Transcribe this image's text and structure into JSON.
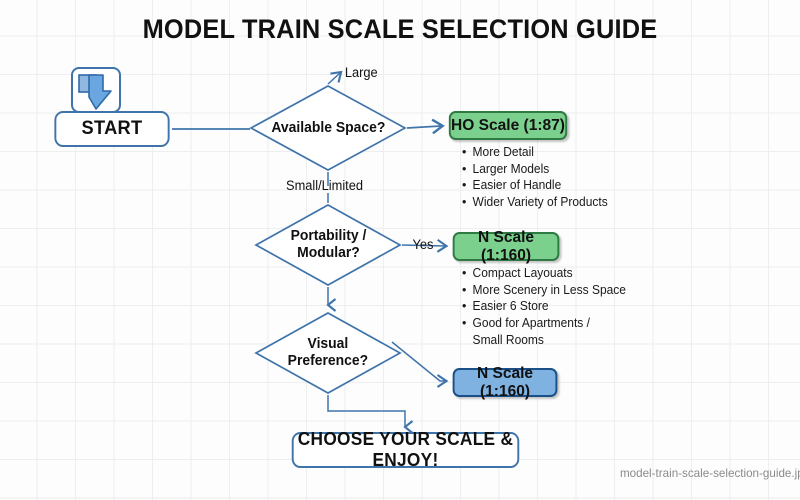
{
  "page": {
    "title": "MODEL TRAIN SCALE SELECTION GUIDE",
    "caption": "model-train-scale-selection-guide.jpg",
    "background": "#fdfdfd",
    "grid_color": "#eceef0"
  },
  "colors": {
    "edge": "#3f74ab",
    "node_border_blue": "#3f74ab",
    "result_green_fill": "#7bd08e",
    "result_green_border": "#2f7a43",
    "result_blue_fill": "#7fb2e0",
    "result_blue_border": "#1b4f87",
    "text": "#111111",
    "caption_text": "#8a8a8a"
  },
  "icons": {
    "start_badge": "download-arrow-icon"
  },
  "nodes": {
    "start": {
      "label": "START",
      "type": "terminator"
    },
    "decision_space": {
      "label": "Available Space?",
      "type": "decision"
    },
    "decision_portability": {
      "label": "Portability /\nModular?",
      "type": "decision"
    },
    "decision_visual": {
      "label": "Visual\nPreference?",
      "type": "decision"
    },
    "result_ho": {
      "label": "HO Scale (1:87)",
      "type": "result",
      "color": "green"
    },
    "result_n_yes": {
      "label": "N Scale (1:160)",
      "type": "result",
      "color": "green"
    },
    "result_n_visual": {
      "label": "N Scale (1:160)",
      "type": "result",
      "color": "blue"
    },
    "end": {
      "label": "CHOOSE YOUR SCALE & ENJOY!",
      "type": "terminator"
    }
  },
  "edge_labels": {
    "large": "Large",
    "small_limited": "Small/Limited",
    "yes": "Yes"
  },
  "bullets": {
    "ho": [
      "More Detail",
      "Larger Models",
      "Easier of Handle",
      "Wider Variety of Products"
    ],
    "n": [
      "Compact Layouats",
      "More Scenery in Less Space",
      "Easier 6 Store",
      "Good for Apartments /\nSmall Rooms"
    ]
  }
}
